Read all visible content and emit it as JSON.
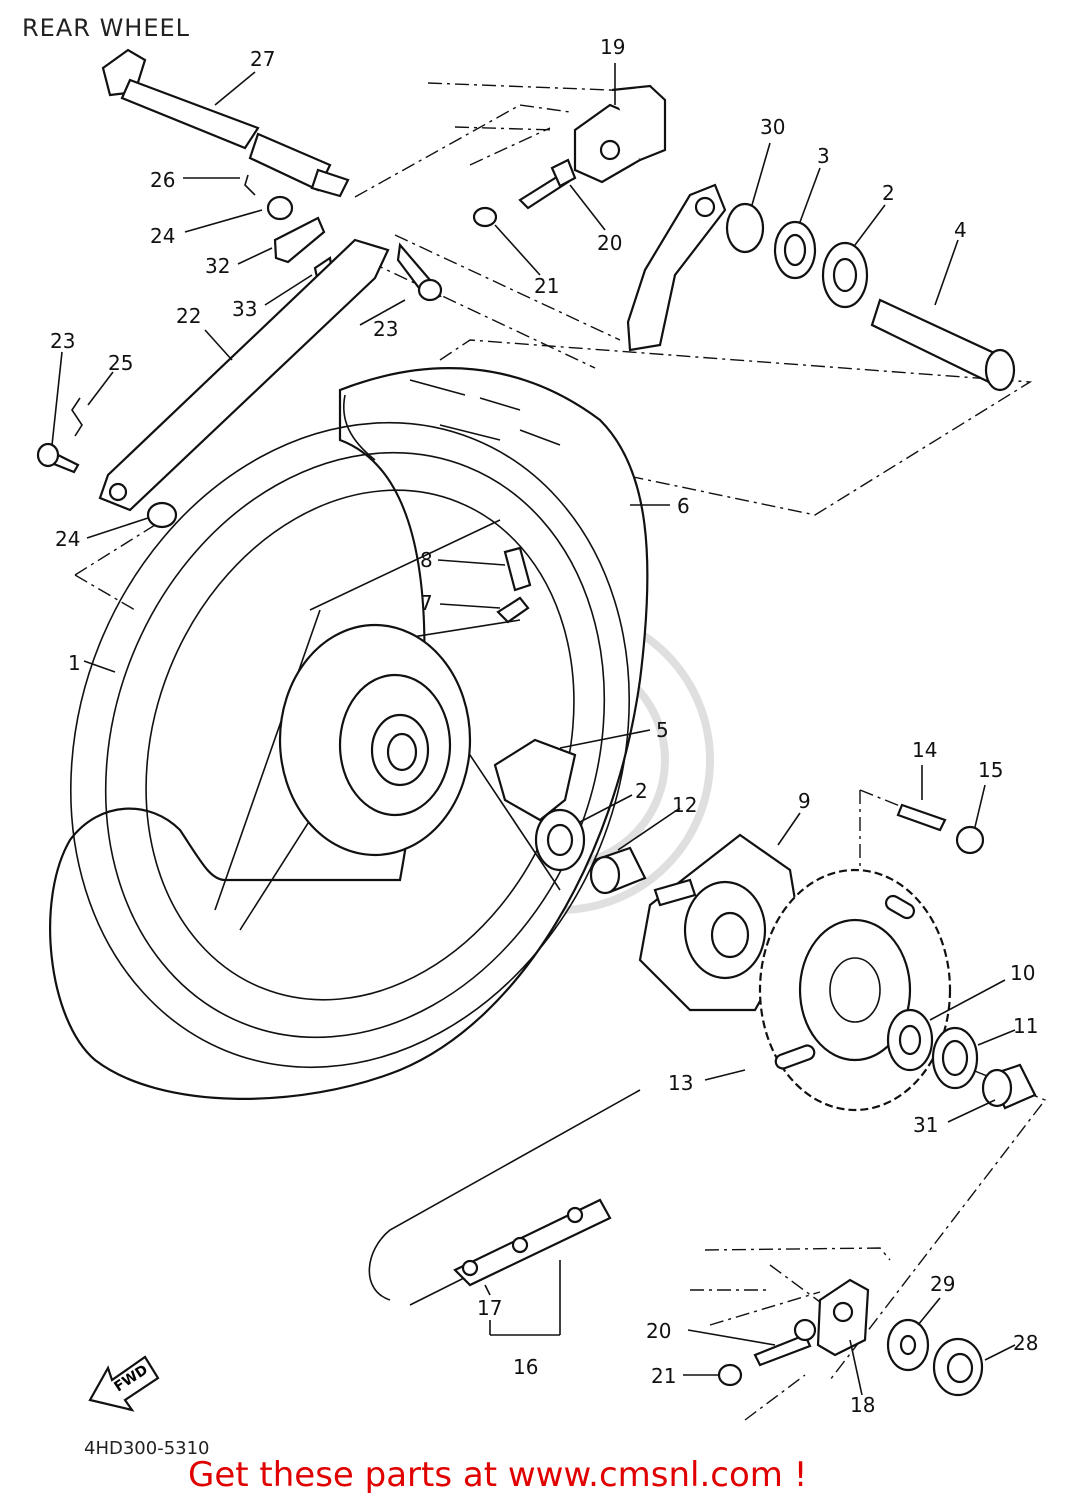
{
  "header": {
    "title": "REAR WHEEL"
  },
  "footer": {
    "diagram_code": "4HD300-5310",
    "promo": "Get these parts at www.cmsnl.com !"
  },
  "direction_arrow": {
    "label": "FWD"
  },
  "parts": [
    {
      "key": "p1",
      "label": "1"
    },
    {
      "key": "p2a",
      "label": "2"
    },
    {
      "key": "p2b",
      "label": "2"
    },
    {
      "key": "p3",
      "label": "3"
    },
    {
      "key": "p4",
      "label": "4"
    },
    {
      "key": "p5",
      "label": "5"
    },
    {
      "key": "p6",
      "label": "6"
    },
    {
      "key": "p7",
      "label": "7"
    },
    {
      "key": "p8",
      "label": "8"
    },
    {
      "key": "p9",
      "label": "9"
    },
    {
      "key": "p10",
      "label": "10"
    },
    {
      "key": "p11",
      "label": "11"
    },
    {
      "key": "p12",
      "label": "12"
    },
    {
      "key": "p13",
      "label": "13"
    },
    {
      "key": "p14",
      "label": "14"
    },
    {
      "key": "p15",
      "label": "15"
    },
    {
      "key": "p16",
      "label": "16"
    },
    {
      "key": "p17",
      "label": "17"
    },
    {
      "key": "p18",
      "label": "18"
    },
    {
      "key": "p19",
      "label": "19"
    },
    {
      "key": "p20a",
      "label": "20"
    },
    {
      "key": "p20b",
      "label": "20"
    },
    {
      "key": "p21a",
      "label": "21"
    },
    {
      "key": "p21b",
      "label": "21"
    },
    {
      "key": "p22",
      "label": "22"
    },
    {
      "key": "p23a",
      "label": "23"
    },
    {
      "key": "p23b",
      "label": "23"
    },
    {
      "key": "p24a",
      "label": "24"
    },
    {
      "key": "p24b",
      "label": "24"
    },
    {
      "key": "p25",
      "label": "25"
    },
    {
      "key": "p26",
      "label": "26"
    },
    {
      "key": "p27",
      "label": "27"
    },
    {
      "key": "p28",
      "label": "28"
    },
    {
      "key": "p29",
      "label": "29"
    },
    {
      "key": "p30",
      "label": "30"
    },
    {
      "key": "p31",
      "label": "31"
    },
    {
      "key": "p32",
      "label": "32"
    },
    {
      "key": "p33",
      "label": "33"
    }
  ]
}
